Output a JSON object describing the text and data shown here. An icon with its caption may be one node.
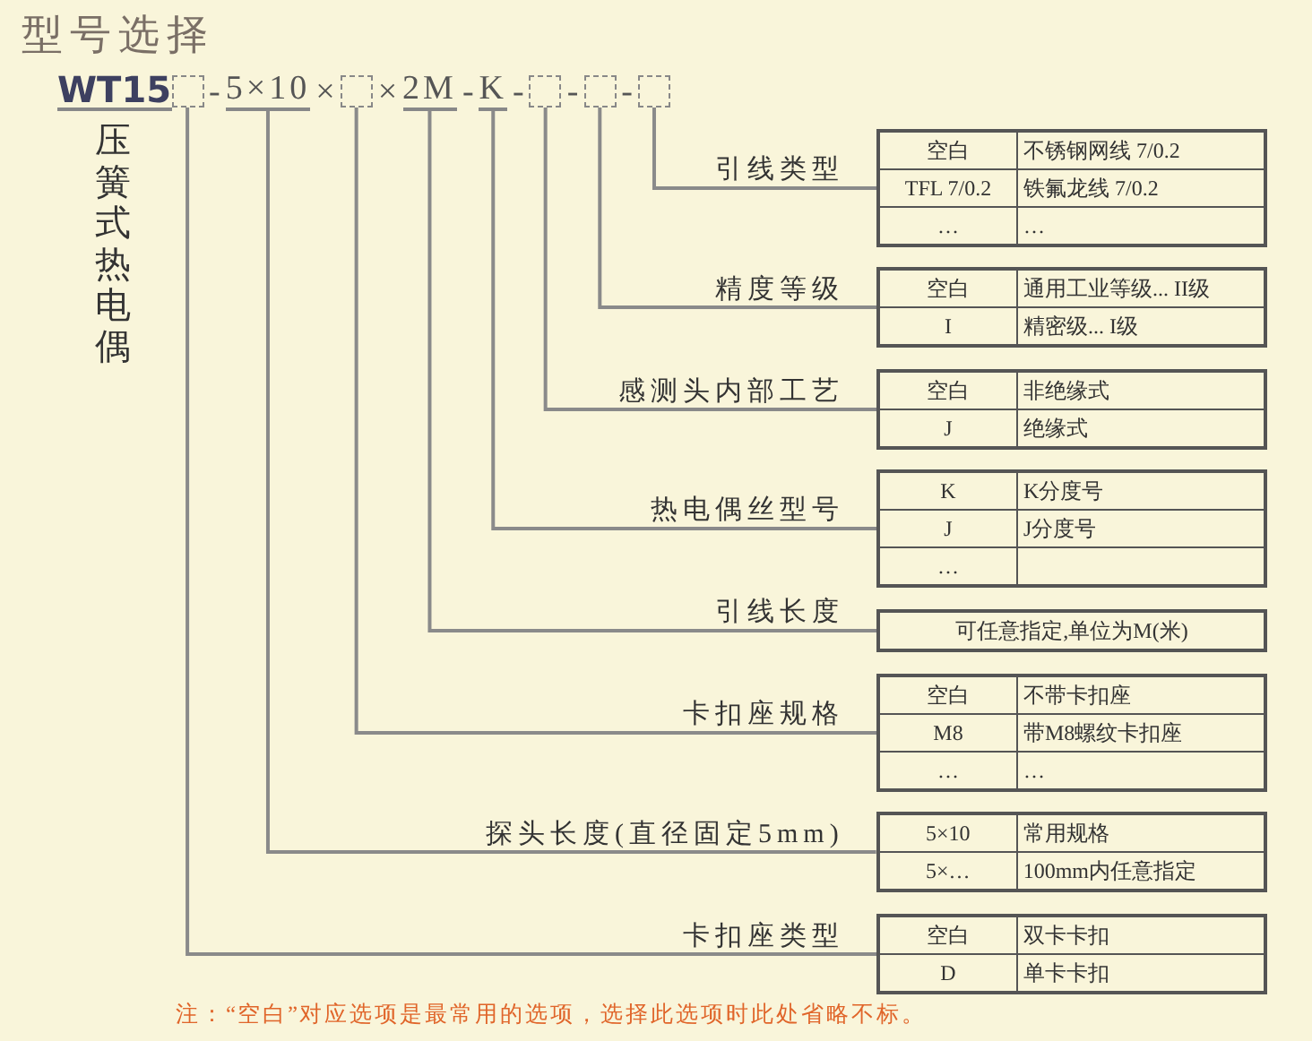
{
  "diagram": {
    "title": "型号选择",
    "nodes": [
      {
        "text": [
          "WT15"
        ],
        "beside": [
          "压簧式热电偶"
        ]
      },
      {
        "text": [],
        "shape": "box"
      },
      {
        "text": [
          "5×10"
        ]
      },
      {
        "text": [],
        "shape": "box"
      },
      {
        "text": [
          "2M"
        ]
      },
      {
        "text": [
          "K"
        ]
      },
      {
        "text": [],
        "shape": "box"
      },
      {
        "text": [],
        "shape": "box"
      },
      {
        "text": [],
        "shape": "box"
      },
      {
        "text": [
          "引线类型",
          "空白",
          "不锈钢网线 7/0.2",
          "TFL 7/0.2",
          "铁氟龙线 7/0.2",
          "…",
          "…"
        ]
      },
      {
        "text": [
          "精度等级",
          "空白",
          "通用工业等级... II级",
          "I",
          "精密级... I级"
        ]
      },
      {
        "text": [
          "感测头内部工艺",
          "空白",
          "非绝缘式",
          "J",
          "绝缘式"
        ]
      },
      {
        "text": [
          "热电偶丝型号",
          "K",
          "K分度号",
          "J",
          "J分度号",
          "…"
        ]
      },
      {
        "text": [
          "引线长度",
          "可任意指定,单位为M(米)"
        ]
      },
      {
        "text": [
          "卡扣座规格",
          "空白",
          "不带卡扣座",
          "M8",
          "带M8螺纹卡扣座",
          "…",
          "…"
        ]
      },
      {
        "text": [
          "探头长度(直径固定5mm)",
          "5×10",
          "常用规格",
          "5×…",
          "100mm内任意指定"
        ]
      },
      {
        "text": [
          "卡扣座类型",
          "空白",
          "双卡卡扣",
          "D",
          "单卡卡扣"
        ]
      }
    ],
    "edges": [
      {
        "from": 8,
        "to": 9,
        "arrow": "none"
      },
      {
        "from": 7,
        "to": 10,
        "arrow": "none"
      },
      {
        "from": 6,
        "to": 11,
        "arrow": "none"
      },
      {
        "from": 5,
        "to": 12,
        "arrow": "none"
      },
      {
        "from": 4,
        "to": 13,
        "arrow": "none"
      },
      {
        "from": 3,
        "to": 14,
        "arrow": "none"
      },
      {
        "from": 2,
        "to": 15,
        "arrow": "none"
      },
      {
        "from": 1,
        "to": 16,
        "arrow": "none"
      }
    ],
    "labels": [
      "-",
      "×",
      "×",
      "-",
      "-",
      "-",
      "-",
      "注：“空白”对应选项是最常用的选项，选择此选项时此处省略不标。"
    ]
  }
}
